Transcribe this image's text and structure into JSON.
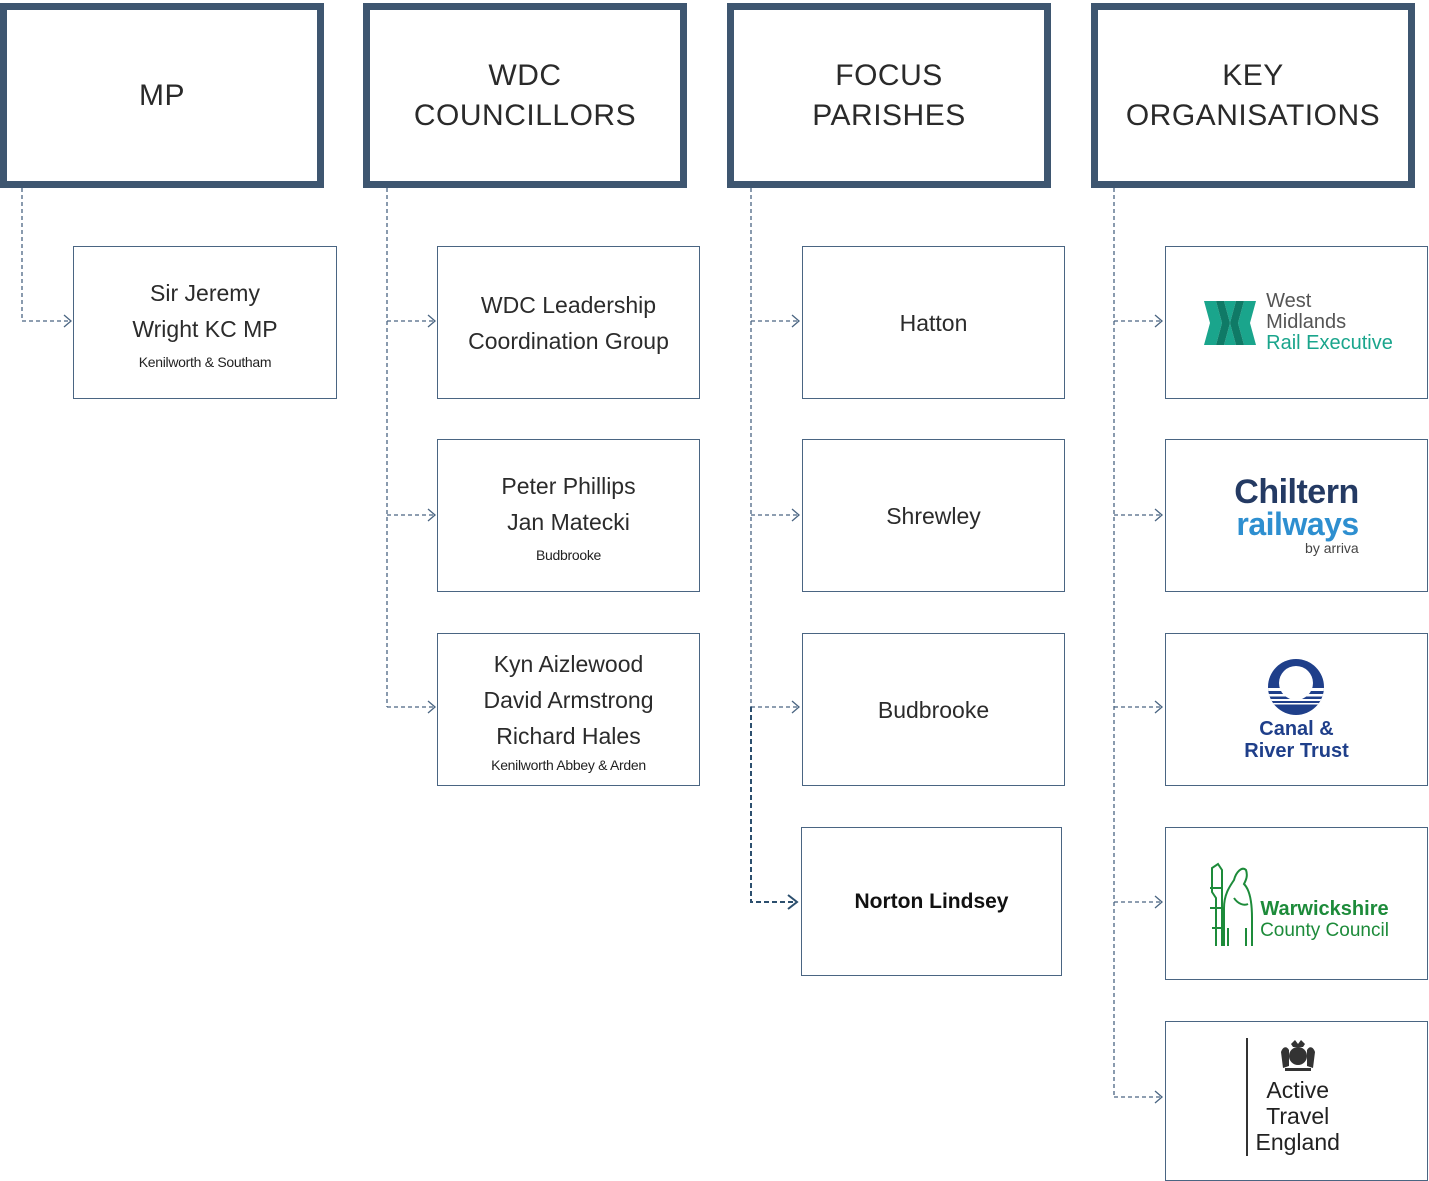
{
  "columns": [
    {
      "header": "MP",
      "items": [
        {
          "name": "Sir Jeremy\nWright KC MP",
          "sub": "Kenilworth & Southam"
        }
      ]
    },
    {
      "header": "WDC\nCOUNCILLORS",
      "items": [
        {
          "name": "WDC Leadership\nCoordination Group",
          "sub": ""
        },
        {
          "name": "Peter Phillips\nJan Matecki",
          "sub": "Budbrooke"
        },
        {
          "name": "Kyn Aizlewood\nDavid Armstrong\nRichard Hales",
          "sub": "Kenilworth Abbey & Arden"
        }
      ]
    },
    {
      "header": "FOCUS\nPARISHES",
      "items": [
        {
          "name": "Hatton"
        },
        {
          "name": "Shrewley"
        },
        {
          "name": "Budbrooke"
        },
        {
          "name": "Norton Lindsey",
          "highlight": true
        }
      ]
    },
    {
      "header": "KEY\nORGANISATIONS",
      "items": [
        {
          "logo": "wmre",
          "lines": [
            "West",
            "Midlands",
            "Rail Executive"
          ]
        },
        {
          "logo": "chiltern",
          "lines": [
            "Chiltern",
            "railways",
            "by arriva"
          ]
        },
        {
          "logo": "crt",
          "lines": [
            "Canal &",
            "River Trust"
          ]
        },
        {
          "logo": "wcc",
          "lines": [
            "Warwickshire",
            "County Council"
          ]
        },
        {
          "logo": "ate",
          "lines": [
            "Active",
            "Travel",
            "England"
          ]
        }
      ]
    }
  ],
  "colors": {
    "header_border": "#3e5670",
    "connector": "#4a6582",
    "wmre_green": "#1aa58c",
    "chiltern_navy": "#243a63",
    "chiltern_blue": "#2e8fd0",
    "crt_blue": "#1f3f8a",
    "wcc_green": "#1d8b3a"
  }
}
